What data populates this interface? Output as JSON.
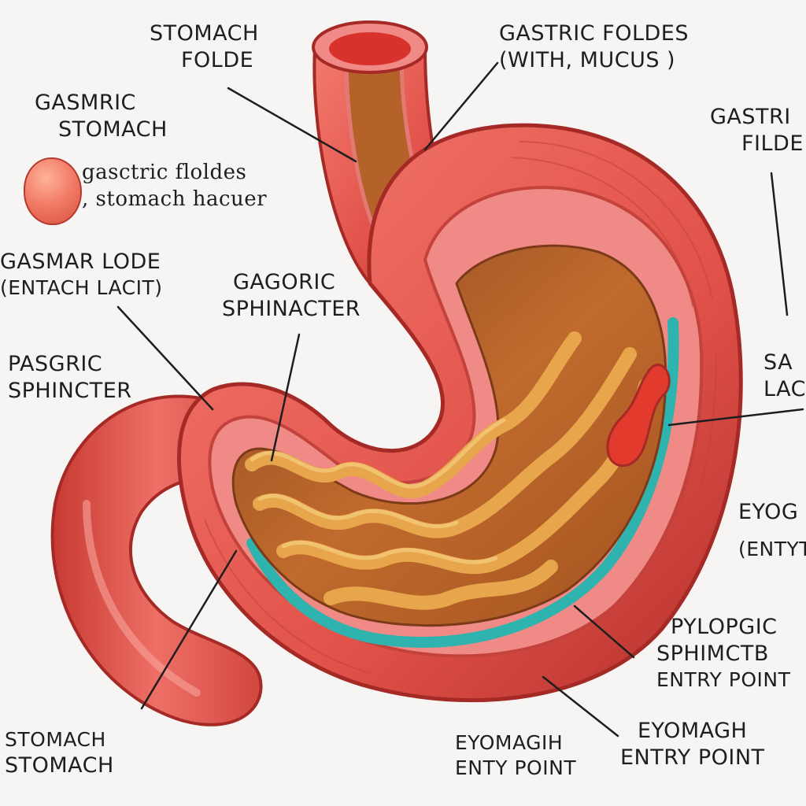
{
  "labels": {
    "stomach_folde": [
      "STOMACH",
      "FOLDE"
    ],
    "gastric_foldes_mucus": [
      "GASTRIC FOLDES",
      "(WITH, MUCUS )"
    ],
    "gasmric_stomach": [
      "GASMRIC",
      "STOMACH"
    ],
    "gastric_filde": [
      "GASTRI",
      "FILDE"
    ],
    "gasctric_floldes": [
      "gasctric floldes",
      ", stomach hacuer"
    ],
    "gasmar_lode": [
      "GASMAR LODE",
      "(ENTACH LACIT)"
    ],
    "gagoric_sphinacter": [
      "GAGORIC",
      "SPHINACTER"
    ],
    "pasgric_sphincter": [
      "PASGRIC",
      "SPHINCTER"
    ],
    "sa_lac": [
      "SA",
      "LAC"
    ],
    "eyog_enty": [
      "EYOG",
      "(ENTYT"
    ],
    "pylopgic_sphimctb": [
      "PYLOPGIC",
      "SPHIMCTB",
      "ENTRY POINT"
    ],
    "stomach_stomach": [
      "STOMACH",
      "STOMACH"
    ],
    "eyomagih_enty_point": [
      "EYOMAGIH",
      "ENTY POINT"
    ],
    "eyomagh_entry_point": [
      "EYOMAGH",
      "ENTRY POINT"
    ]
  },
  "colors": {
    "background": "#f6f5f3",
    "outer_wall": "#e45a52",
    "outer_wall_dark": "#b5302c",
    "inner_lining": "#f08a86",
    "cavity": "#b7622a",
    "rugae_folds": "#e2a24a",
    "mucus_layer": "#2fb3ae",
    "text": "#1e1e1e"
  },
  "icons": {
    "legend_swatch": "gastric-blob-icon"
  }
}
